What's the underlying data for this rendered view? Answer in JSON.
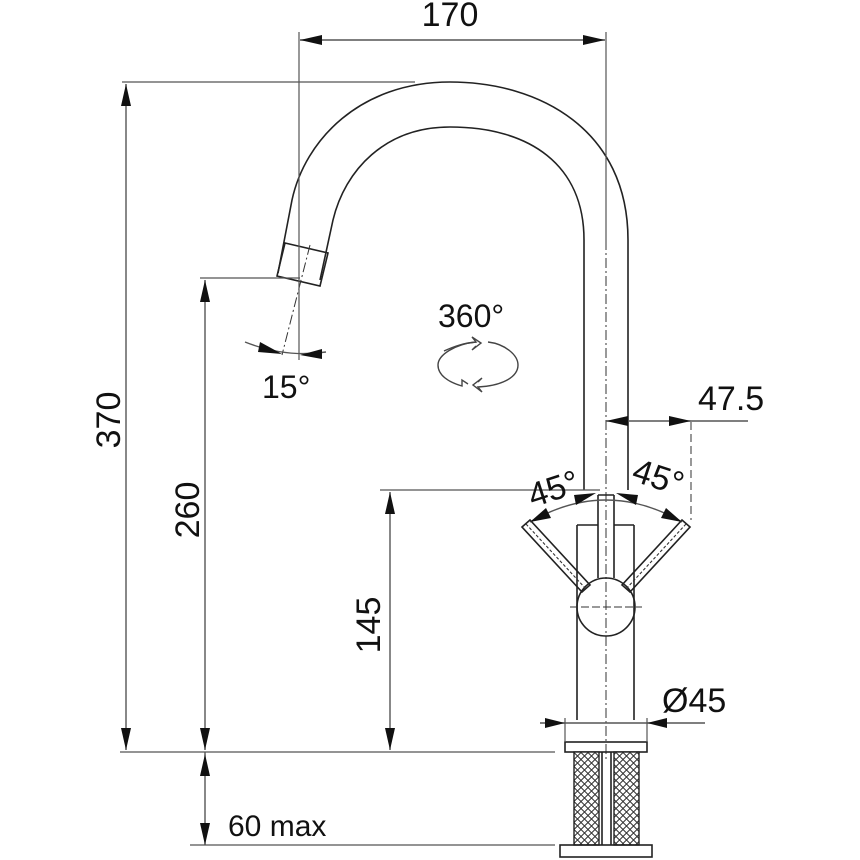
{
  "drawing": {
    "type": "technical-dimension-drawing",
    "subject": "kitchen faucet with swivel spout and dual lever handles",
    "units": "mm",
    "dimensions": {
      "spout_reach": "170",
      "total_height": "370",
      "spout_outlet_height": "260",
      "lever_height": "145",
      "spout_offset": "47.5",
      "base_diameter": "Ø45",
      "mounting_thickness": "60 max"
    },
    "angles": {
      "spout_tilt": "15°",
      "spout_rotation": "360°",
      "lever_left": "45°",
      "lever_right": "45°"
    },
    "icons": {
      "rotation": "rotate-360-icon"
    },
    "colors": {
      "line": "#222222",
      "dimension_line": "#555555",
      "background": "#ffffff"
    }
  }
}
